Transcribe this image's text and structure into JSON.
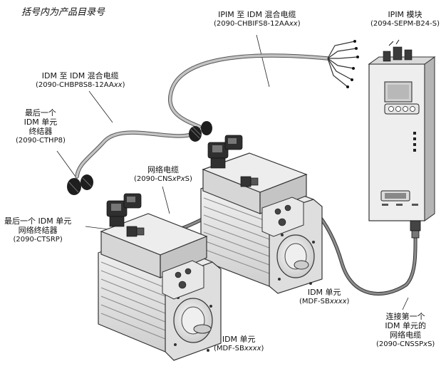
{
  "note": "括号内为产品目录号",
  "labels": {
    "ipim_cable": {
      "name": "IPIM 至 IDM 混合电缆",
      "code_pre": "(2090-CHBIFS8-12AA",
      "code_var": "xx",
      "code_post": ")"
    },
    "ipim_module": {
      "name": "IPIM 模块",
      "code_pre": "(2094-SEPM-B24-S)",
      "code_var": "",
      "code_post": ""
    },
    "idm_cable": {
      "name": "IDM 至 IDM 混合电缆",
      "code_pre": "(2090-CHBP8S8-12AA",
      "code_var": "xx",
      "code_post": ")"
    },
    "last_term": {
      "line1": "最后一个",
      "line2": "IDM 单元",
      "line3": "终结器",
      "code_pre": "(2090-CTHP8)",
      "code_var": "",
      "code_post": ""
    },
    "net_cable": {
      "name": "网络电缆",
      "code_pre": "(2090-CNS",
      "code_var": "x",
      "code_mid": "P",
      "code_var2": "x",
      "code_post": "S)"
    },
    "last_net_term": {
      "line1": "最后一个 IDM 单元",
      "line2": "网络终结器",
      "code_pre": "(2090-CTSRP)",
      "code_var": "",
      "code_post": ""
    },
    "idm_right": {
      "name": "IDM 单元",
      "code_pre": "(MDF-SB",
      "code_var": "xxxx",
      "code_post": ")"
    },
    "idm_left": {
      "name": "IDM 单元",
      "code_pre": "(MDF-SB",
      "code_var": "xxxx",
      "code_post": ")"
    },
    "first_net": {
      "line1": "连接第一个",
      "line2": "IDM 单元的",
      "line3": "网络电缆",
      "code_pre": "(2090-CNSSP",
      "code_var": "x",
      "code_post": "S)"
    }
  },
  "colors": {
    "ink": "#111111",
    "cable": "#a8a8a8",
    "net": "#555555",
    "body": "#e6e6e6",
    "dark": "#2b2b2b"
  }
}
